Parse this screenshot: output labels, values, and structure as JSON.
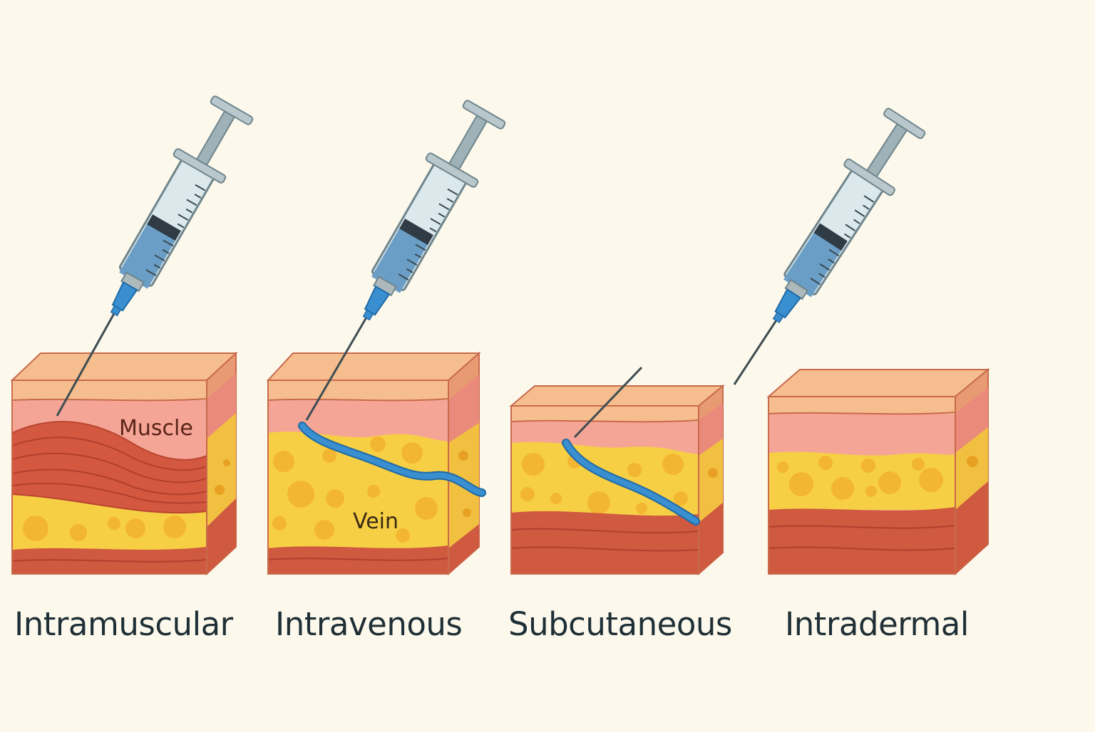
{
  "panels": [
    {
      "caption": "Intramuscular",
      "label": "Muscle"
    },
    {
      "caption": "Intravenous",
      "label": "Vein"
    },
    {
      "caption": "Subcutaneous",
      "label": ""
    },
    {
      "caption": "Intradermal",
      "label": ""
    }
  ],
  "icons": [
    "syringe-icon",
    "needle-icon"
  ],
  "colors": {
    "background": "#fcf8ec",
    "skin_top": "#f6be8e",
    "dermis": "#f4a595",
    "fat": "#f7cf45",
    "fat_globule": "#f3b631",
    "muscle": "#d45840",
    "vein": "#3289c4",
    "syringe_liquid": "#6b9ec6",
    "outline": "#c86a4c",
    "text": "#1f2f36"
  }
}
